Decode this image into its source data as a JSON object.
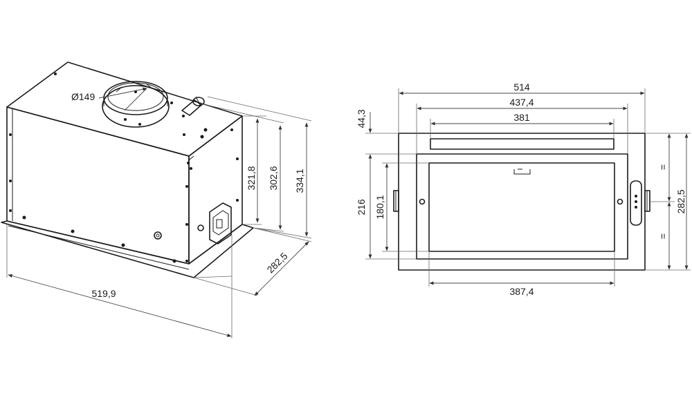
{
  "iso_view": {
    "diameter_label": "Ø149",
    "dims": {
      "h1": "321,8",
      "h2": "302,6",
      "h3": "334,1",
      "depth": "282,5",
      "width": "519,9"
    }
  },
  "front_view": {
    "dims": {
      "top1": "514",
      "top2": "437,4",
      "top3": "381",
      "bottom": "387,4",
      "left_small": "44,3",
      "left1": "216",
      "left2": "180,1",
      "right": "282,5",
      "eq_top": "=",
      "eq_bottom": "="
    }
  }
}
